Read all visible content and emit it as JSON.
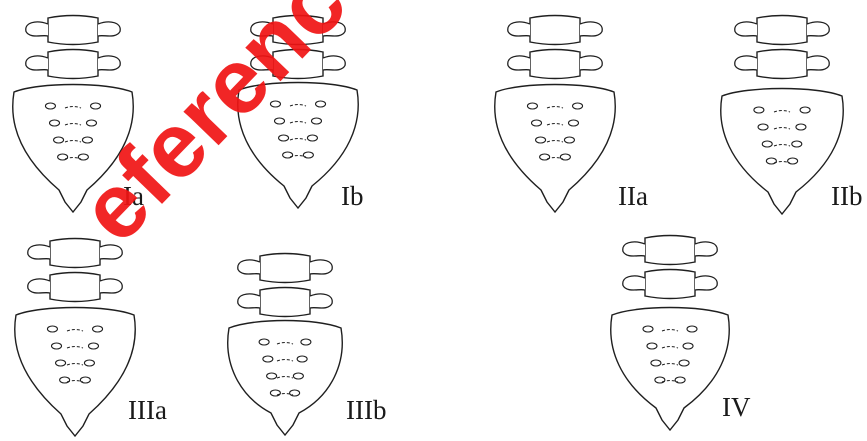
{
  "figure": {
    "labels": {
      "ia": "Ia",
      "ib": "Ib",
      "iia": "IIa",
      "iib": "IIb",
      "iiia": "IIIa",
      "iiib": "IIIb",
      "iv": "IV"
    },
    "watermark": {
      "text": "eferenceguru.",
      "color": "#f01414"
    }
  }
}
